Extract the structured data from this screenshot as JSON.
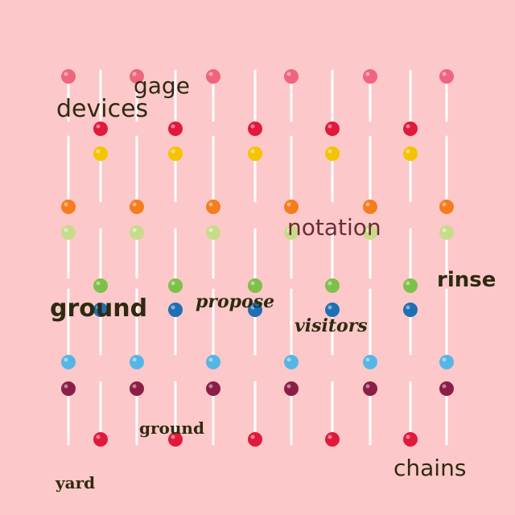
{
  "scene": {
    "background": "#fcc8c9",
    "text_color": "#2e2a10",
    "notation_color": "#6b2c33",
    "stick_color": "#ffffff",
    "candy_colors": {
      "pink": "#f0647e",
      "red": "#e01a3c",
      "yellow": "#f5c400",
      "orange": "#f57d1e",
      "pale_green": "#c6dc8a",
      "green": "#7ec04a",
      "blue": "#1f6fb4",
      "sky": "#55b6e6",
      "plum": "#8b1e46"
    }
  },
  "words": {
    "gage": "gage",
    "devices": "devices",
    "notation": "notation",
    "rinse": "rinse",
    "ground_1": "ground",
    "propose": "propose",
    "visitors": "visitors",
    "ground_2": "ground",
    "chains": "chains",
    "yard": "yard"
  }
}
